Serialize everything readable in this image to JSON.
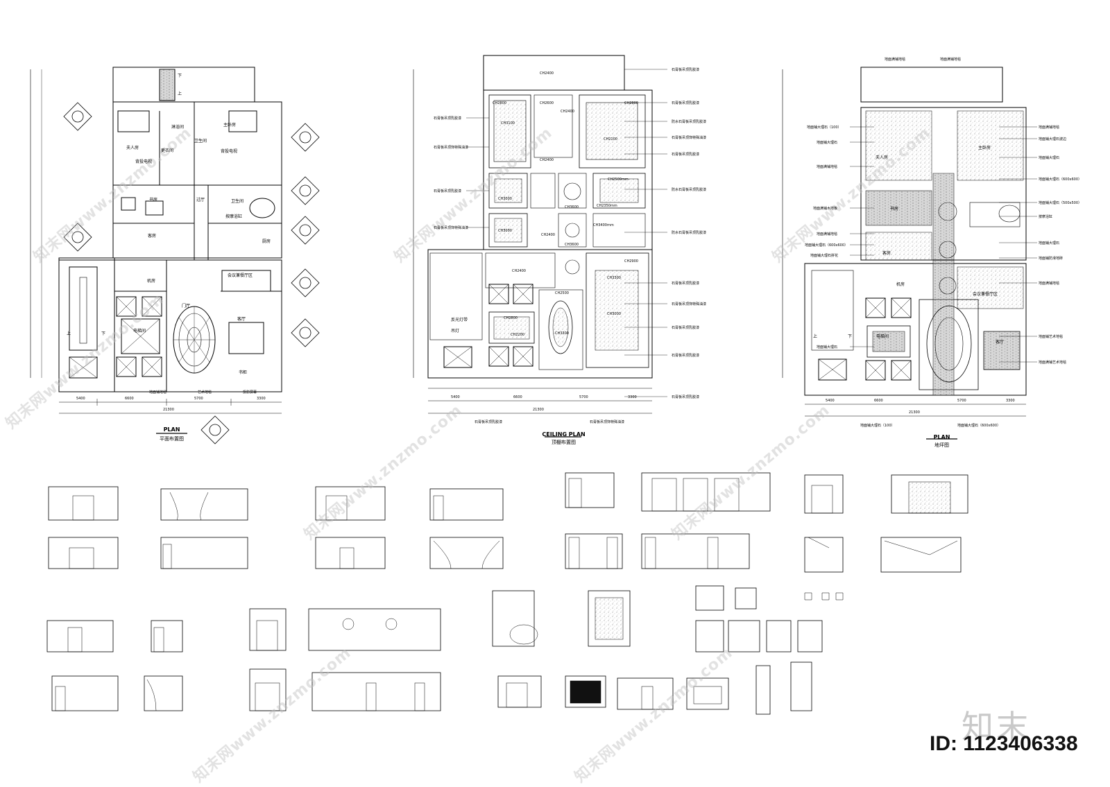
{
  "plans": {
    "floor": {
      "title": "PLAN",
      "subtitle": "平面布置图",
      "rooms": {
        "master_bed": "主卧房",
        "madam_bed": "夫人房",
        "dressing": "更衣间",
        "bath": "卫生间",
        "tv_wall": "背投电视",
        "shower": "淋浴间",
        "study": "书房",
        "corridor": "过厅",
        "massage_tub": "按摩浴缸",
        "guest": "客房",
        "kitchen": "厨房",
        "machine": "机房",
        "meeting_dining": "会议兼餐厅区",
        "elevator": "电梯间",
        "foyer": "门厅",
        "living": "客厅",
        "bookcase": "书柜",
        "up": "上",
        "down": "下"
      },
      "notes": {
        "floor_marble": "地面铺地毯",
        "art_floor": "艺术地毯",
        "projector": "投影屏幕"
      },
      "dims": [
        "5400",
        "6600",
        "5700",
        "3300",
        "21300"
      ]
    },
    "ceiling": {
      "title": "CEILING PLAN",
      "subtitle": "顶棚布置图",
      "labels_right": [
        "石膏板吊顶乳胶漆",
        "石膏板吊顶乳胶漆",
        "防水石膏板吊顶乳胶漆",
        "石膏板吊顶饰特殊油漆",
        "石膏板吊顶乳胶漆",
        "防水石膏板吊顶乳胶漆",
        "防水石膏板吊顶乳胶漆",
        "石膏板吊顶乳胶漆",
        "石膏板吊顶饰特殊油漆",
        "石膏板吊顶乳胶漆",
        "石膏板吊顶乳胶漆",
        "石膏板吊顶乳胶漆"
      ],
      "labels_left": [
        "石膏板吊顶乳胶漆",
        "石膏板吊顶饰特殊油漆",
        "石膏板吊顶乳胶漆",
        "石膏板吊顶饰特殊油漆"
      ],
      "heights": [
        "CH2400",
        "CH2800",
        "CH2600",
        "CH2400",
        "CH3100",
        "CH2800",
        "CH2100",
        "CH2400",
        "CH3000",
        "CH3600",
        "CH2500mm",
        "CH2350mm",
        "CH3000",
        "CH2400",
        "CH3400mm",
        "CH3600",
        "CH2900",
        "CH3300",
        "CH3000",
        "CH2400",
        "CH2500",
        "CH3300",
        "CH2800",
        "CH2200"
      ],
      "notes": {
        "light_trough": "反光灯带",
        "pendant": "吊灯"
      },
      "bottom_labels": [
        "石膏板吊顶乳胶漆",
        "石膏板吊顶饰特殊油漆"
      ],
      "dims": [
        "5400",
        "6600",
        "5700",
        "3300",
        "21300"
      ]
    },
    "flooring": {
      "title": "PLAN",
      "subtitle": "地坪图",
      "top_labels": [
        "地面满铺地毯",
        "地面满铺地毯"
      ],
      "labels_left": [
        "地面铺大理石（100）",
        "地面铺大理石",
        "地面满铺地毯",
        "地面满铺木地板",
        "地面满铺地毯",
        "地面铺大理石（600x600）",
        "地面铺大理石拼花",
        "地面铺大理石"
      ],
      "labels_right": [
        "地面满铺地毯",
        "地面铺大理石波边",
        "地面铺大理石",
        "地面铺大理石（600x600）",
        "地面铺大理石（500x500）",
        "按摩浴缸",
        "地面铺大理石",
        "地面铺防滑地砖",
        "地面满铺地毯",
        "地面铺艺术地毯",
        "地面满铺艺术地毯"
      ],
      "bottom_labels": [
        "地面铺大理石（100）",
        "地面铺大理石（600x600）"
      ],
      "dims": [
        "5400",
        "6600",
        "5700",
        "3300",
        "21300"
      ]
    }
  },
  "watermarks": [
    "知末网www.znzmo.com",
    "知末网www.znzmo.com",
    "知末网www.znzmo.com",
    "知末网www.znzmo.com",
    "知末网www.znzmo.com",
    "知末网www.znzmo.com",
    "知末网www.znzmo.com",
    "知末网www.znzmo.com"
  ],
  "brand": "知末",
  "id_label": "ID: 1123406338"
}
